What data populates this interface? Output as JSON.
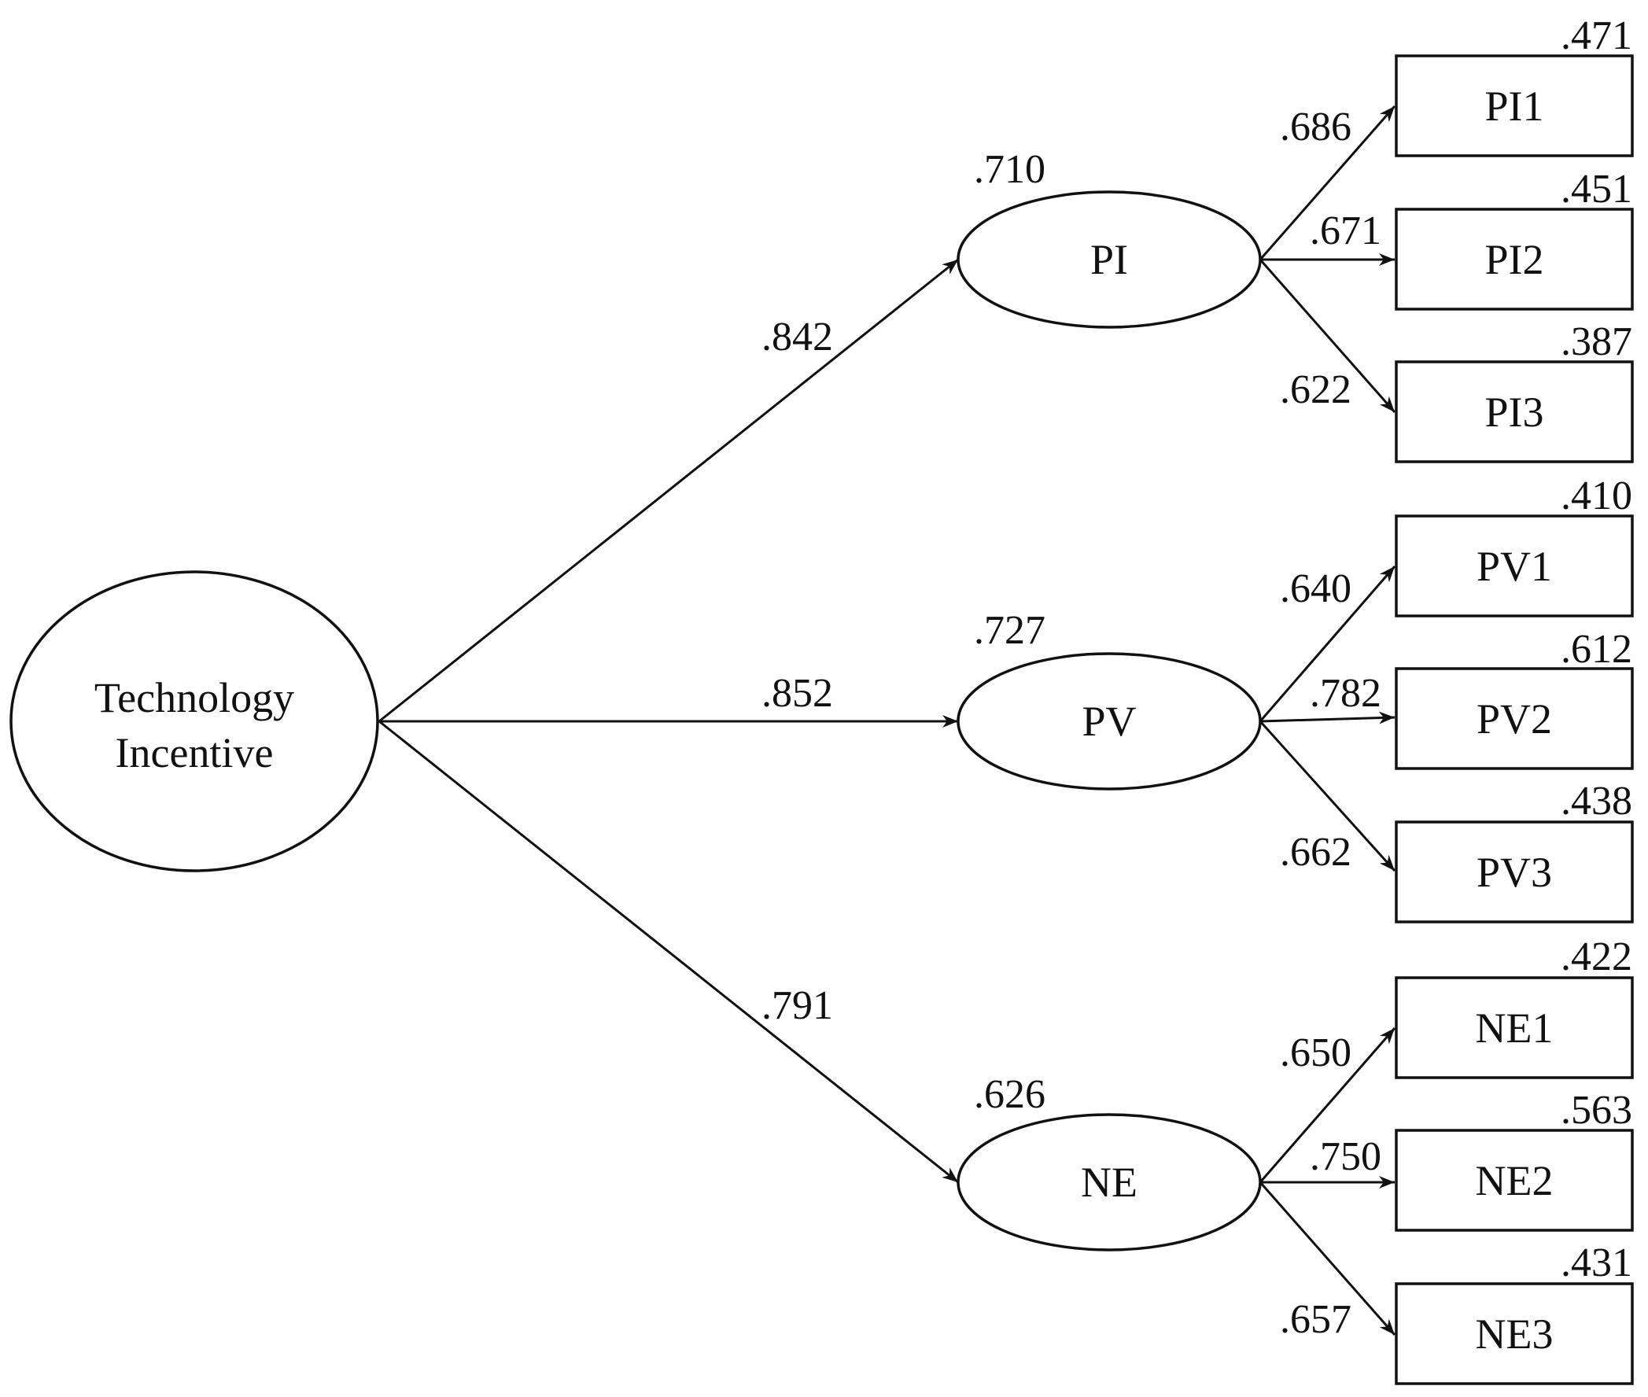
{
  "root": {
    "label_lines": [
      "Technology",
      "Incentive"
    ]
  },
  "factors": [
    {
      "label": "PI",
      "loading": ".842",
      "r2": ".710",
      "indicators": [
        {
          "label": "PI1",
          "loading": ".686",
          "r2": ".471"
        },
        {
          "label": "PI2",
          "loading": ".671",
          "r2": ".451"
        },
        {
          "label": "PI3",
          "loading": ".622",
          "r2": ".387"
        }
      ]
    },
    {
      "label": "PV",
      "loading": ".852",
      "r2": ".727",
      "indicators": [
        {
          "label": "PV1",
          "loading": ".640",
          "r2": ".410"
        },
        {
          "label": "PV2",
          "loading": ".782",
          "r2": ".612"
        },
        {
          "label": "PV3",
          "loading": ".662",
          "r2": ".438"
        }
      ]
    },
    {
      "label": "NE",
      "loading": ".791",
      "r2": ".626",
      "indicators": [
        {
          "label": "NE1",
          "loading": ".650",
          "r2": ".422"
        },
        {
          "label": "NE2",
          "loading": ".750",
          "r2": ".563"
        },
        {
          "label": "NE3",
          "loading": ".657",
          "r2": ".431"
        }
      ]
    }
  ],
  "colors": {
    "stroke": "#111111",
    "fill": "#ffffff"
  }
}
